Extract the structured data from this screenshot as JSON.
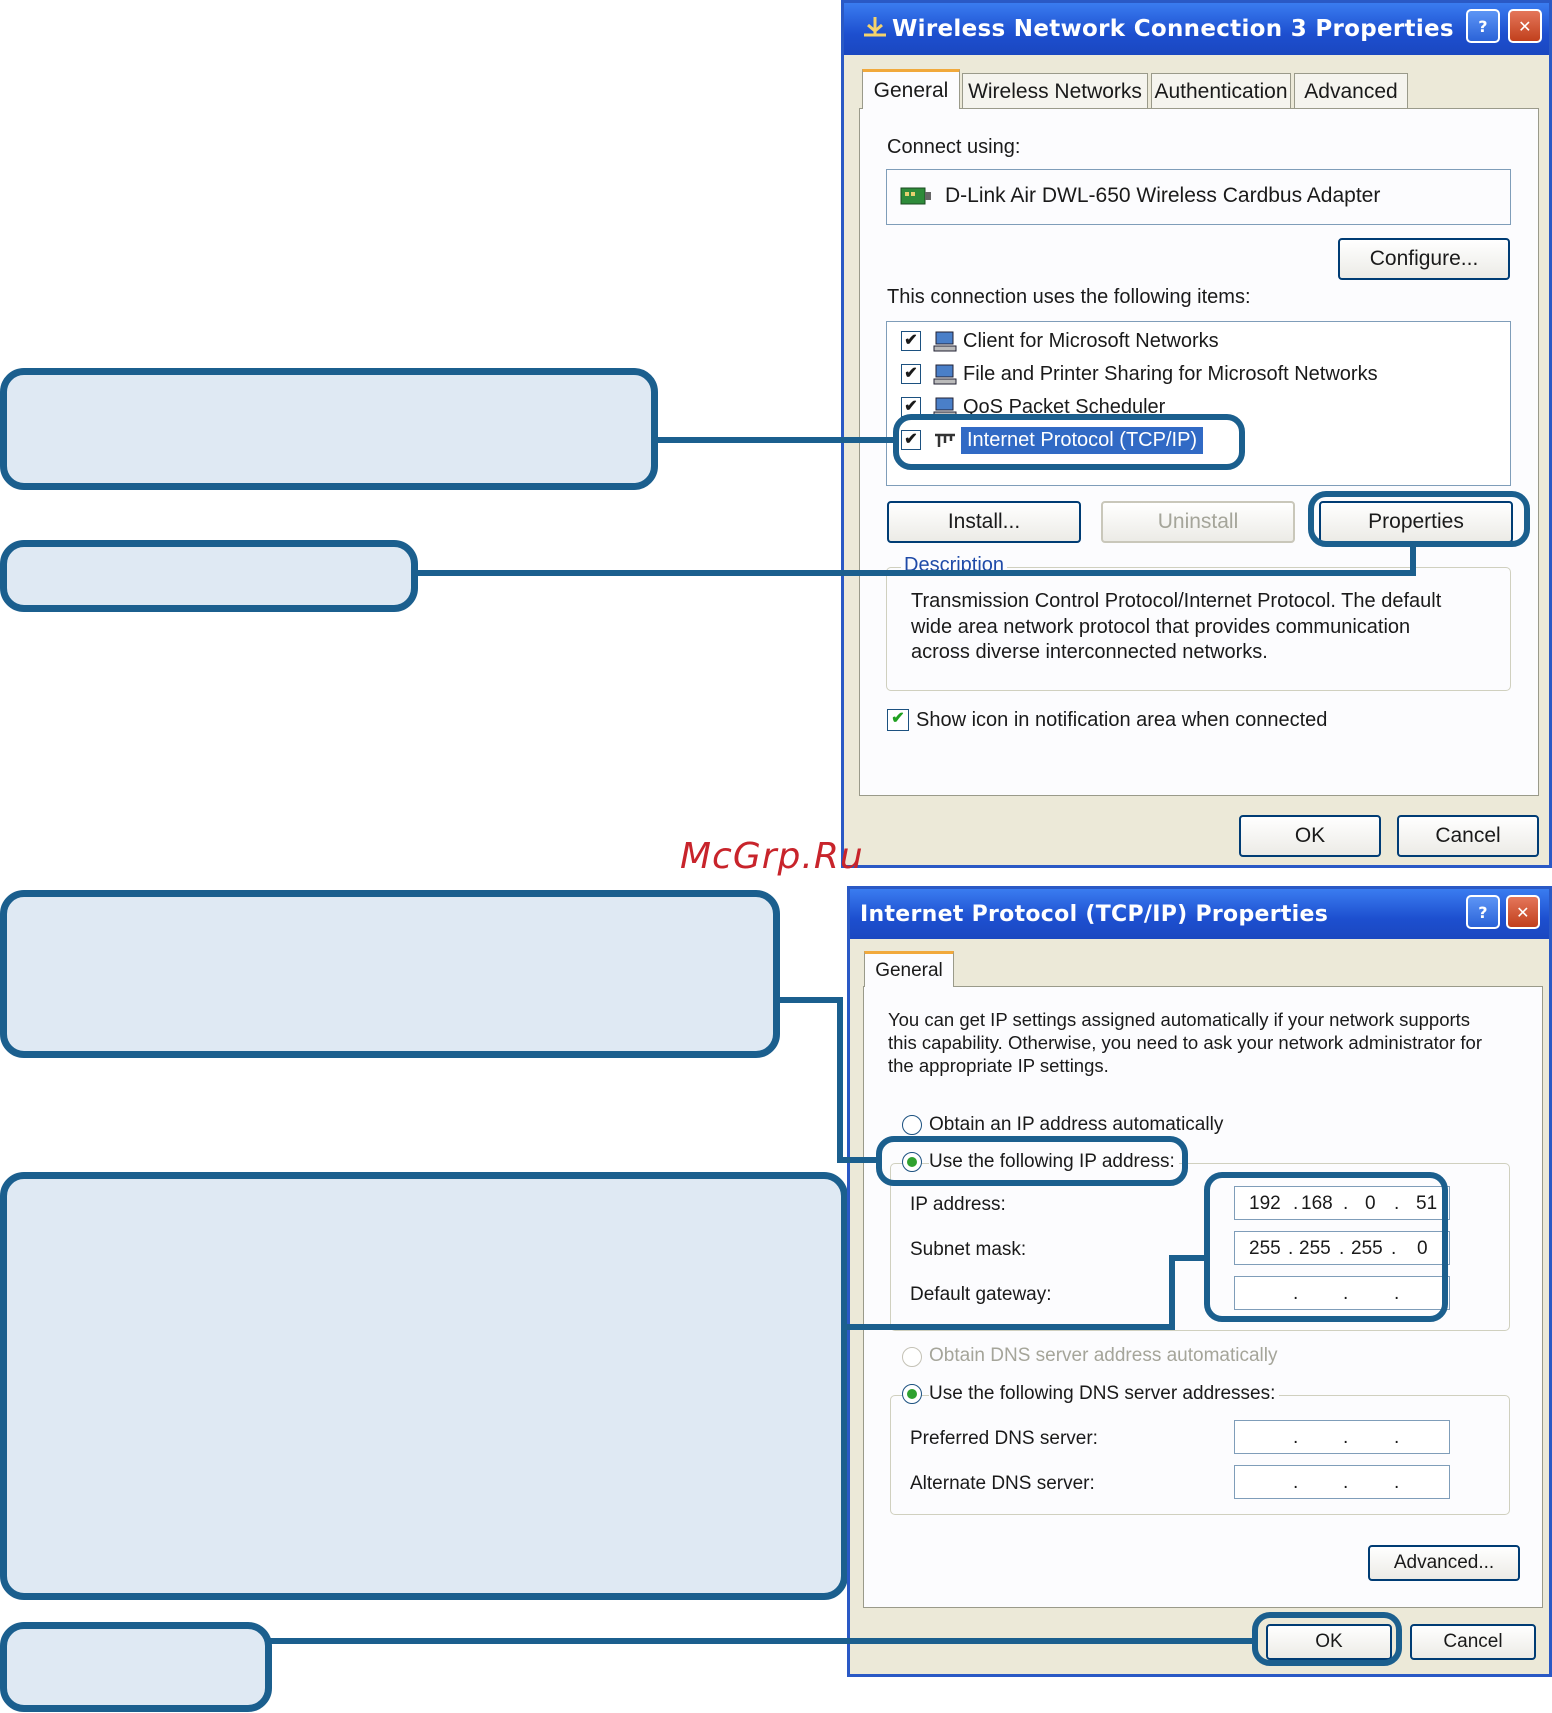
{
  "watermark": "McGrp.Ru",
  "dialog1": {
    "title": "Wireless Network Connection 3 Properties",
    "tabs": [
      "General",
      "Wireless Networks",
      "Authentication",
      "Advanced"
    ],
    "connect_using_label": "Connect using:",
    "adapter_name": "D-Link Air DWL-650 Wireless Cardbus Adapter",
    "configure_label": "Configure...",
    "items_label": "This connection uses the following items:",
    "items": [
      {
        "label": "Client for Microsoft Networks",
        "checked": true,
        "icon": "network-client-icon"
      },
      {
        "label": "File and Printer Sharing for Microsoft Networks",
        "checked": true,
        "icon": "file-printer-sharing-icon"
      },
      {
        "label": "QoS Packet Scheduler",
        "checked": true,
        "icon": "qos-scheduler-icon"
      },
      {
        "label": "Internet Protocol (TCP/IP)",
        "checked": true,
        "selected": true,
        "icon": "protocol-icon"
      }
    ],
    "install_label": "Install...",
    "uninstall_label": "Uninstall",
    "properties_label": "Properties",
    "description_label": "Description",
    "description_lines": [
      "Transmission Control Protocol/Internet Protocol. The default",
      "wide area network protocol that provides communication",
      "across diverse interconnected networks."
    ],
    "show_icon_label": "Show icon in notification area when connected",
    "show_icon_checked": true,
    "ok_label": "OK",
    "cancel_label": "Cancel"
  },
  "dialog2": {
    "title": "Internet Protocol (TCP/IP) Properties",
    "tab": "General",
    "intro_lines": [
      "You can get IP settings assigned automatically if your network supports",
      "this capability. Otherwise, you need to ask your network administrator for",
      "the appropriate IP settings."
    ],
    "obtain_ip_label": "Obtain an IP address automatically",
    "use_ip_label": "Use the following IP address:",
    "ip_address_label": "IP address:",
    "ip_address": [
      "192",
      "168",
      "0",
      "51"
    ],
    "subnet_label": "Subnet mask:",
    "subnet_mask": [
      "255",
      "255",
      "255",
      "0"
    ],
    "gateway_label": "Default gateway:",
    "obtain_dns_label": "Obtain DNS server address automatically",
    "use_dns_label": "Use the following DNS server addresses:",
    "preferred_dns_label": "Preferred DNS server:",
    "alternate_dns_label": "Alternate DNS server:",
    "advanced_label": "Advanced...",
    "ok_label": "OK",
    "cancel_label": "Cancel",
    "dot": "."
  },
  "colors": {
    "callout_fill": "#dfe9f3",
    "callout_stroke": "#1b5f8e",
    "titlebar": "#1d4fcf",
    "watermark": "#c8242b",
    "selection": "#316ac5"
  }
}
